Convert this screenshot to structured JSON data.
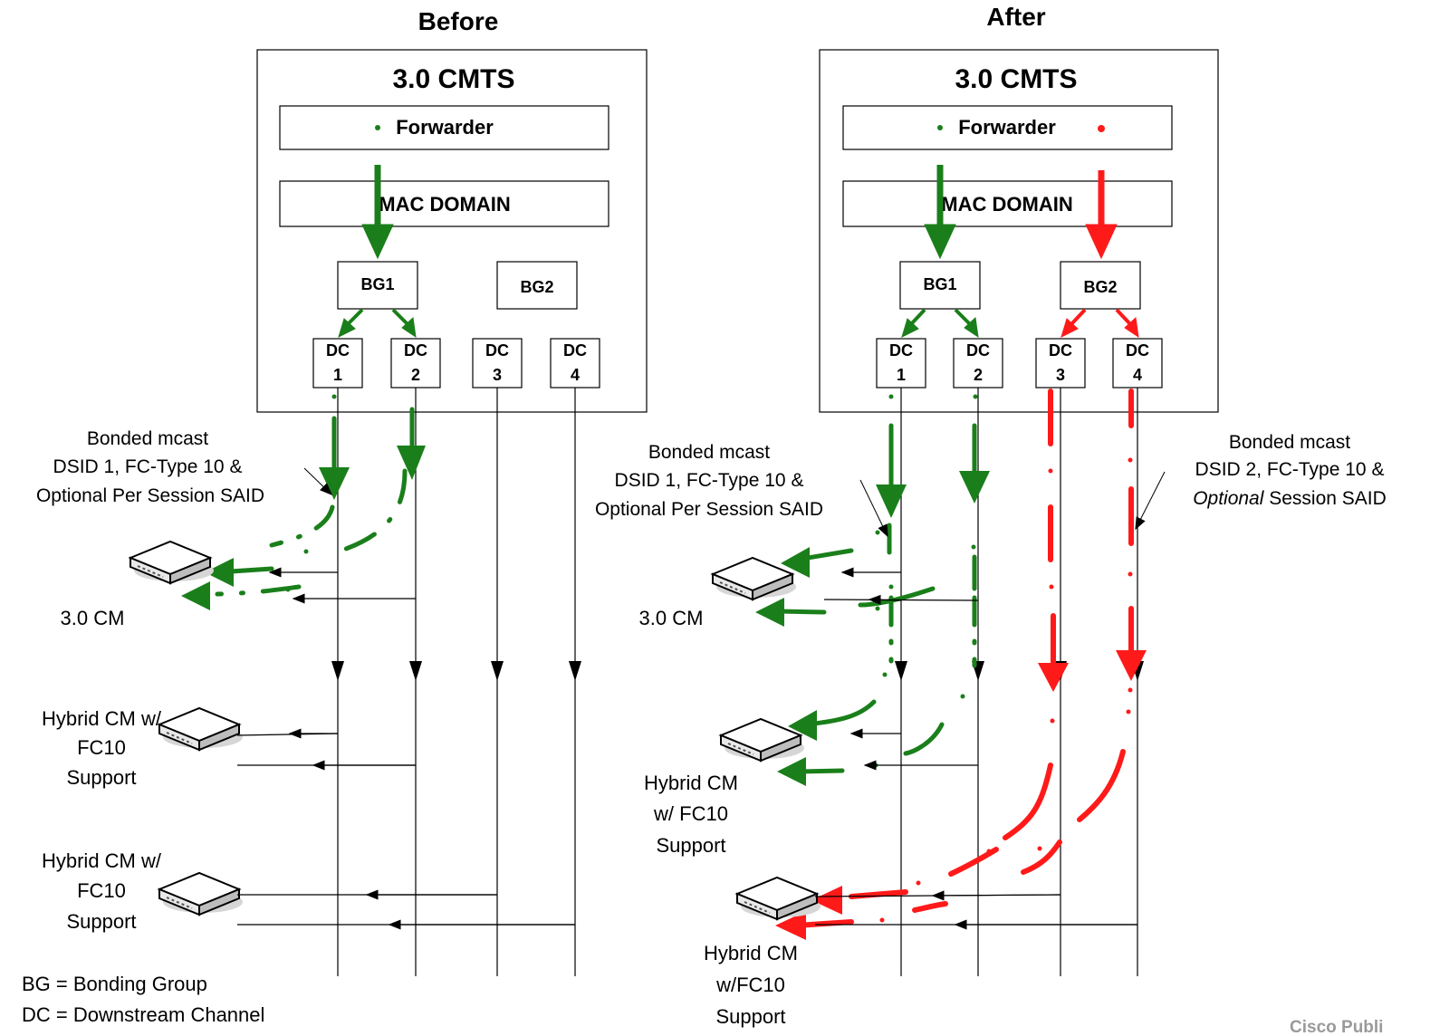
{
  "before": {
    "title": "Before",
    "cmts_title": "3.0 CMTS",
    "forwarder": "Forwarder",
    "mac_domain": "MAC DOMAIN",
    "bg1": "BG1",
    "bg2": "BG2",
    "dc": [
      {
        "l1": "DC",
        "l2": "1"
      },
      {
        "l1": "DC",
        "l2": "2"
      },
      {
        "l1": "DC",
        "l2": "3"
      },
      {
        "l1": "DC",
        "l2": "4"
      }
    ],
    "annotation": [
      "Bonded mcast",
      "DSID 1, FC-Type 10 &",
      "Optional Per Session SAID"
    ],
    "cm30": "3.0 CM",
    "hybrid1": [
      "Hybrid CM w/",
      "FC10",
      "Support"
    ],
    "hybrid2": [
      "Hybrid CM w/",
      "FC10",
      "Support"
    ],
    "legend": [
      "BG = Bonding Group",
      "DC = Downstream Channel"
    ]
  },
  "after": {
    "title": "After",
    "cmts_title": "3.0 CMTS",
    "forwarder": "Forwarder",
    "mac_domain": "MAC DOMAIN",
    "bg1": "BG1",
    "bg2": "BG2",
    "dc": [
      {
        "l1": "DC",
        "l2": "1"
      },
      {
        "l1": "DC",
        "l2": "2"
      },
      {
        "l1": "DC",
        "l2": "3"
      },
      {
        "l1": "DC",
        "l2": "4"
      }
    ],
    "annotation_left": [
      "Bonded mcast",
      "DSID 1, FC-Type 10 &",
      "Optional Per Session SAID"
    ],
    "annotation_right": {
      "l1": "Bonded mcast",
      "l2": "DSID 2, FC-Type 10 &",
      "l3_italic": "Optional",
      "l3_rest": " Session SAID"
    },
    "cm30": "3.0 CM",
    "hybrid1": [
      "Hybrid CM",
      "w/ FC10",
      "Support"
    ],
    "hybrid2": [
      "Hybrid CM",
      "w/FC10",
      "Support"
    ]
  },
  "footer": "Cisco Publi",
  "colors": {
    "green": "#1a7f1a",
    "red": "#ff1a1a",
    "line": "#000000",
    "modem": "#d6d6d6"
  }
}
